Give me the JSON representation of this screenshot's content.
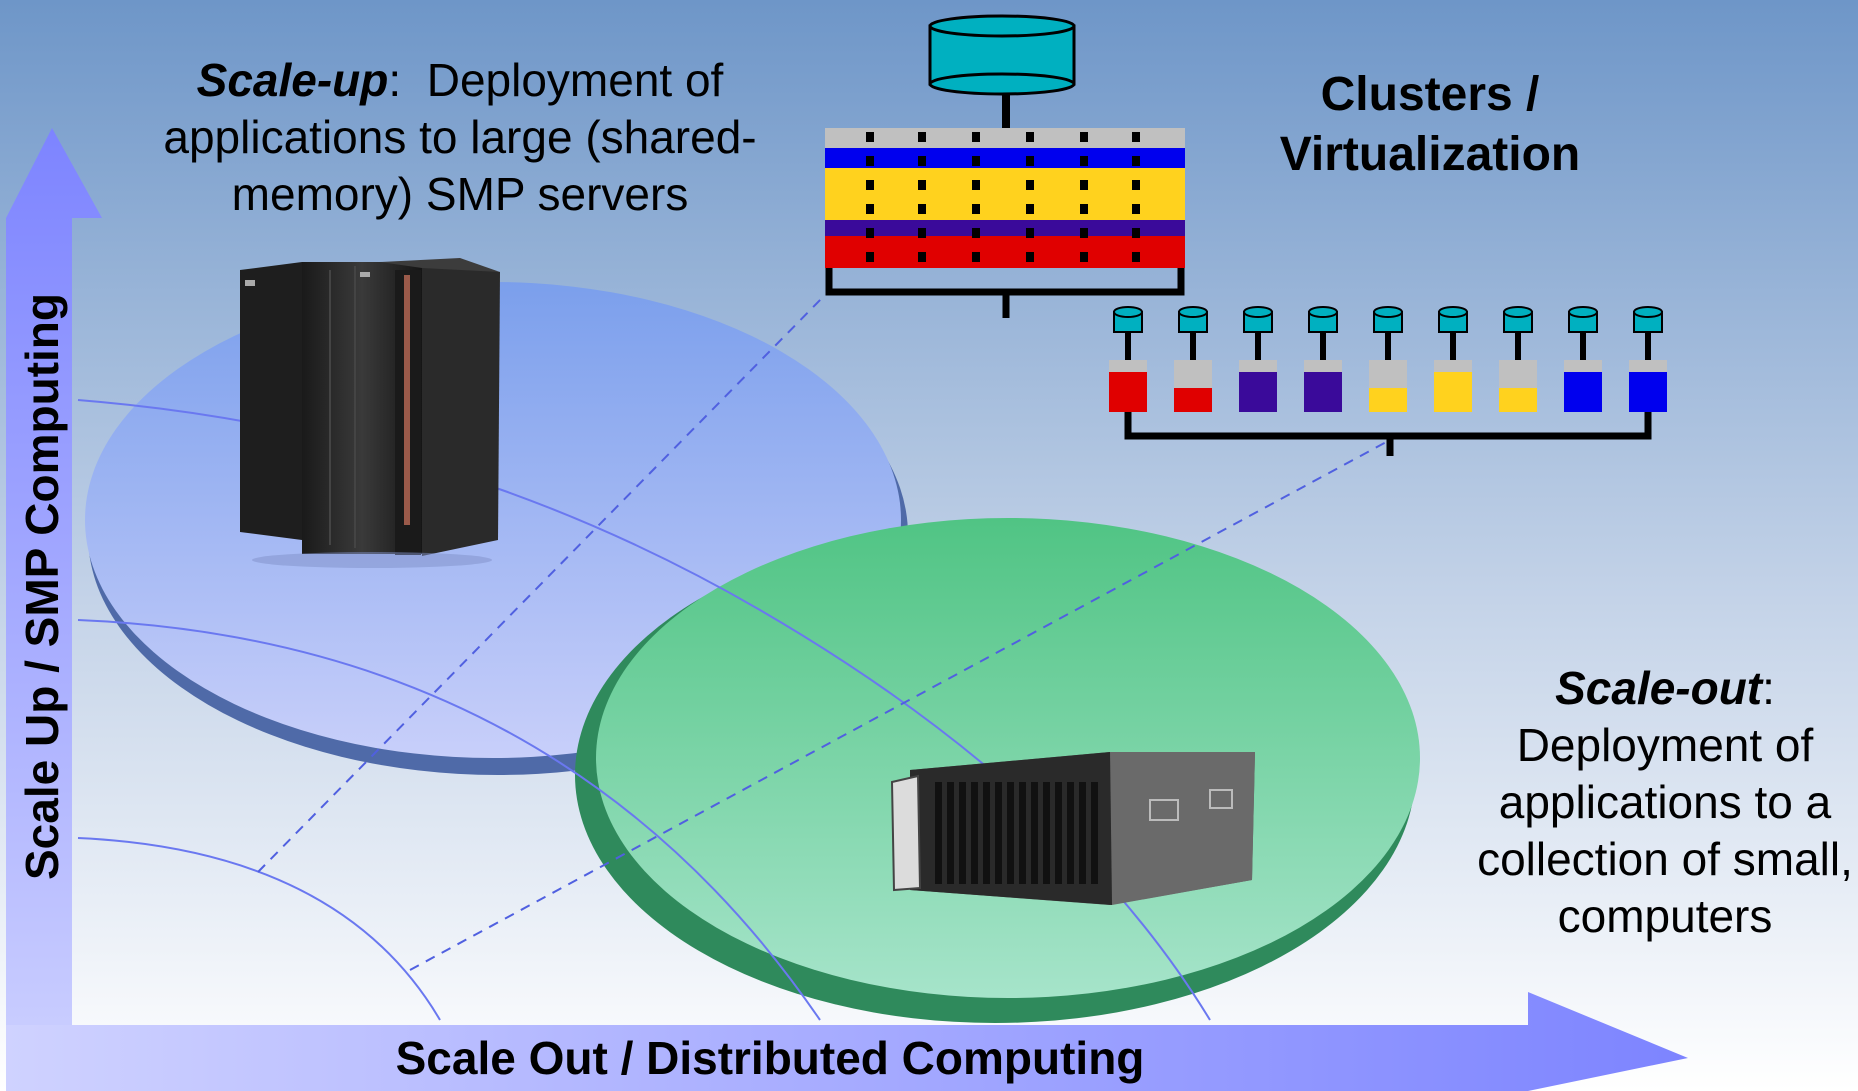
{
  "scale_up": {
    "title": "Scale-up",
    "colon": ":",
    "line1_rest": "  Deployment of",
    "line2": "applications to large (shared-",
    "line3": "memory) SMP servers"
  },
  "clusters": {
    "line1": "Clusters /",
    "line2": "Virtualization"
  },
  "scale_out": {
    "title": "Scale-out",
    "colon": ":",
    "line2": "Deployment of",
    "line3": "applications to a",
    "line4": "collection of small,",
    "line5": "computers"
  },
  "axes": {
    "x_label": "Scale Out / Distributed Computing",
    "y_label": "Scale Up / SMP Computing"
  },
  "colors": {
    "background_top": "#6e96c8",
    "background_bottom": "#ffffff",
    "arrow": "#7f86ff",
    "blue_ellipse": "#8aa8ee",
    "green_ellipse": "#5cc48e",
    "database": "#00b0c0",
    "stripe_gray": "#c0c0c0",
    "stripe_blue": "#0000ee",
    "stripe_yellow": "#ffd21e",
    "stripe_purple": "#3a0a9a",
    "stripe_red": "#e00000"
  },
  "icons": [
    "database-icon",
    "smp-server-icon",
    "blade-server-icon",
    "cluster-node-icon"
  ],
  "node_colors": [
    "red",
    "red",
    "purple",
    "purple",
    "yellow",
    "yellow",
    "yellow",
    "blue",
    "blue"
  ]
}
